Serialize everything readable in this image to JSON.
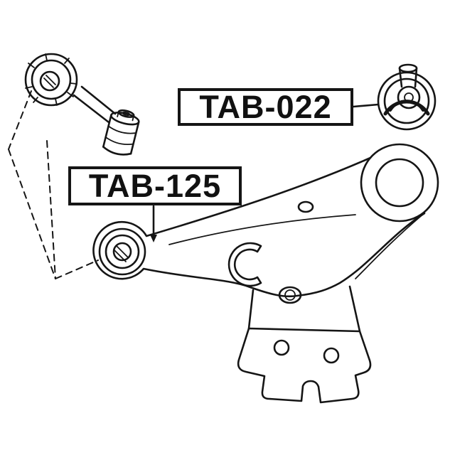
{
  "diagram": {
    "type": "auto-parts-exploded-diagram",
    "callouts": [
      {
        "label": "TAB-022"
      },
      {
        "label": "TAB-125"
      }
    ],
    "icons": {
      "stabilizer_link": "stabilizer-link-with-bushings-drawing",
      "bushing": "suspension-bushing-drawing",
      "control_arm": "lower-control-arm-drawing"
    }
  },
  "colors": {
    "background": "#ffffff",
    "ink": "#151515"
  }
}
